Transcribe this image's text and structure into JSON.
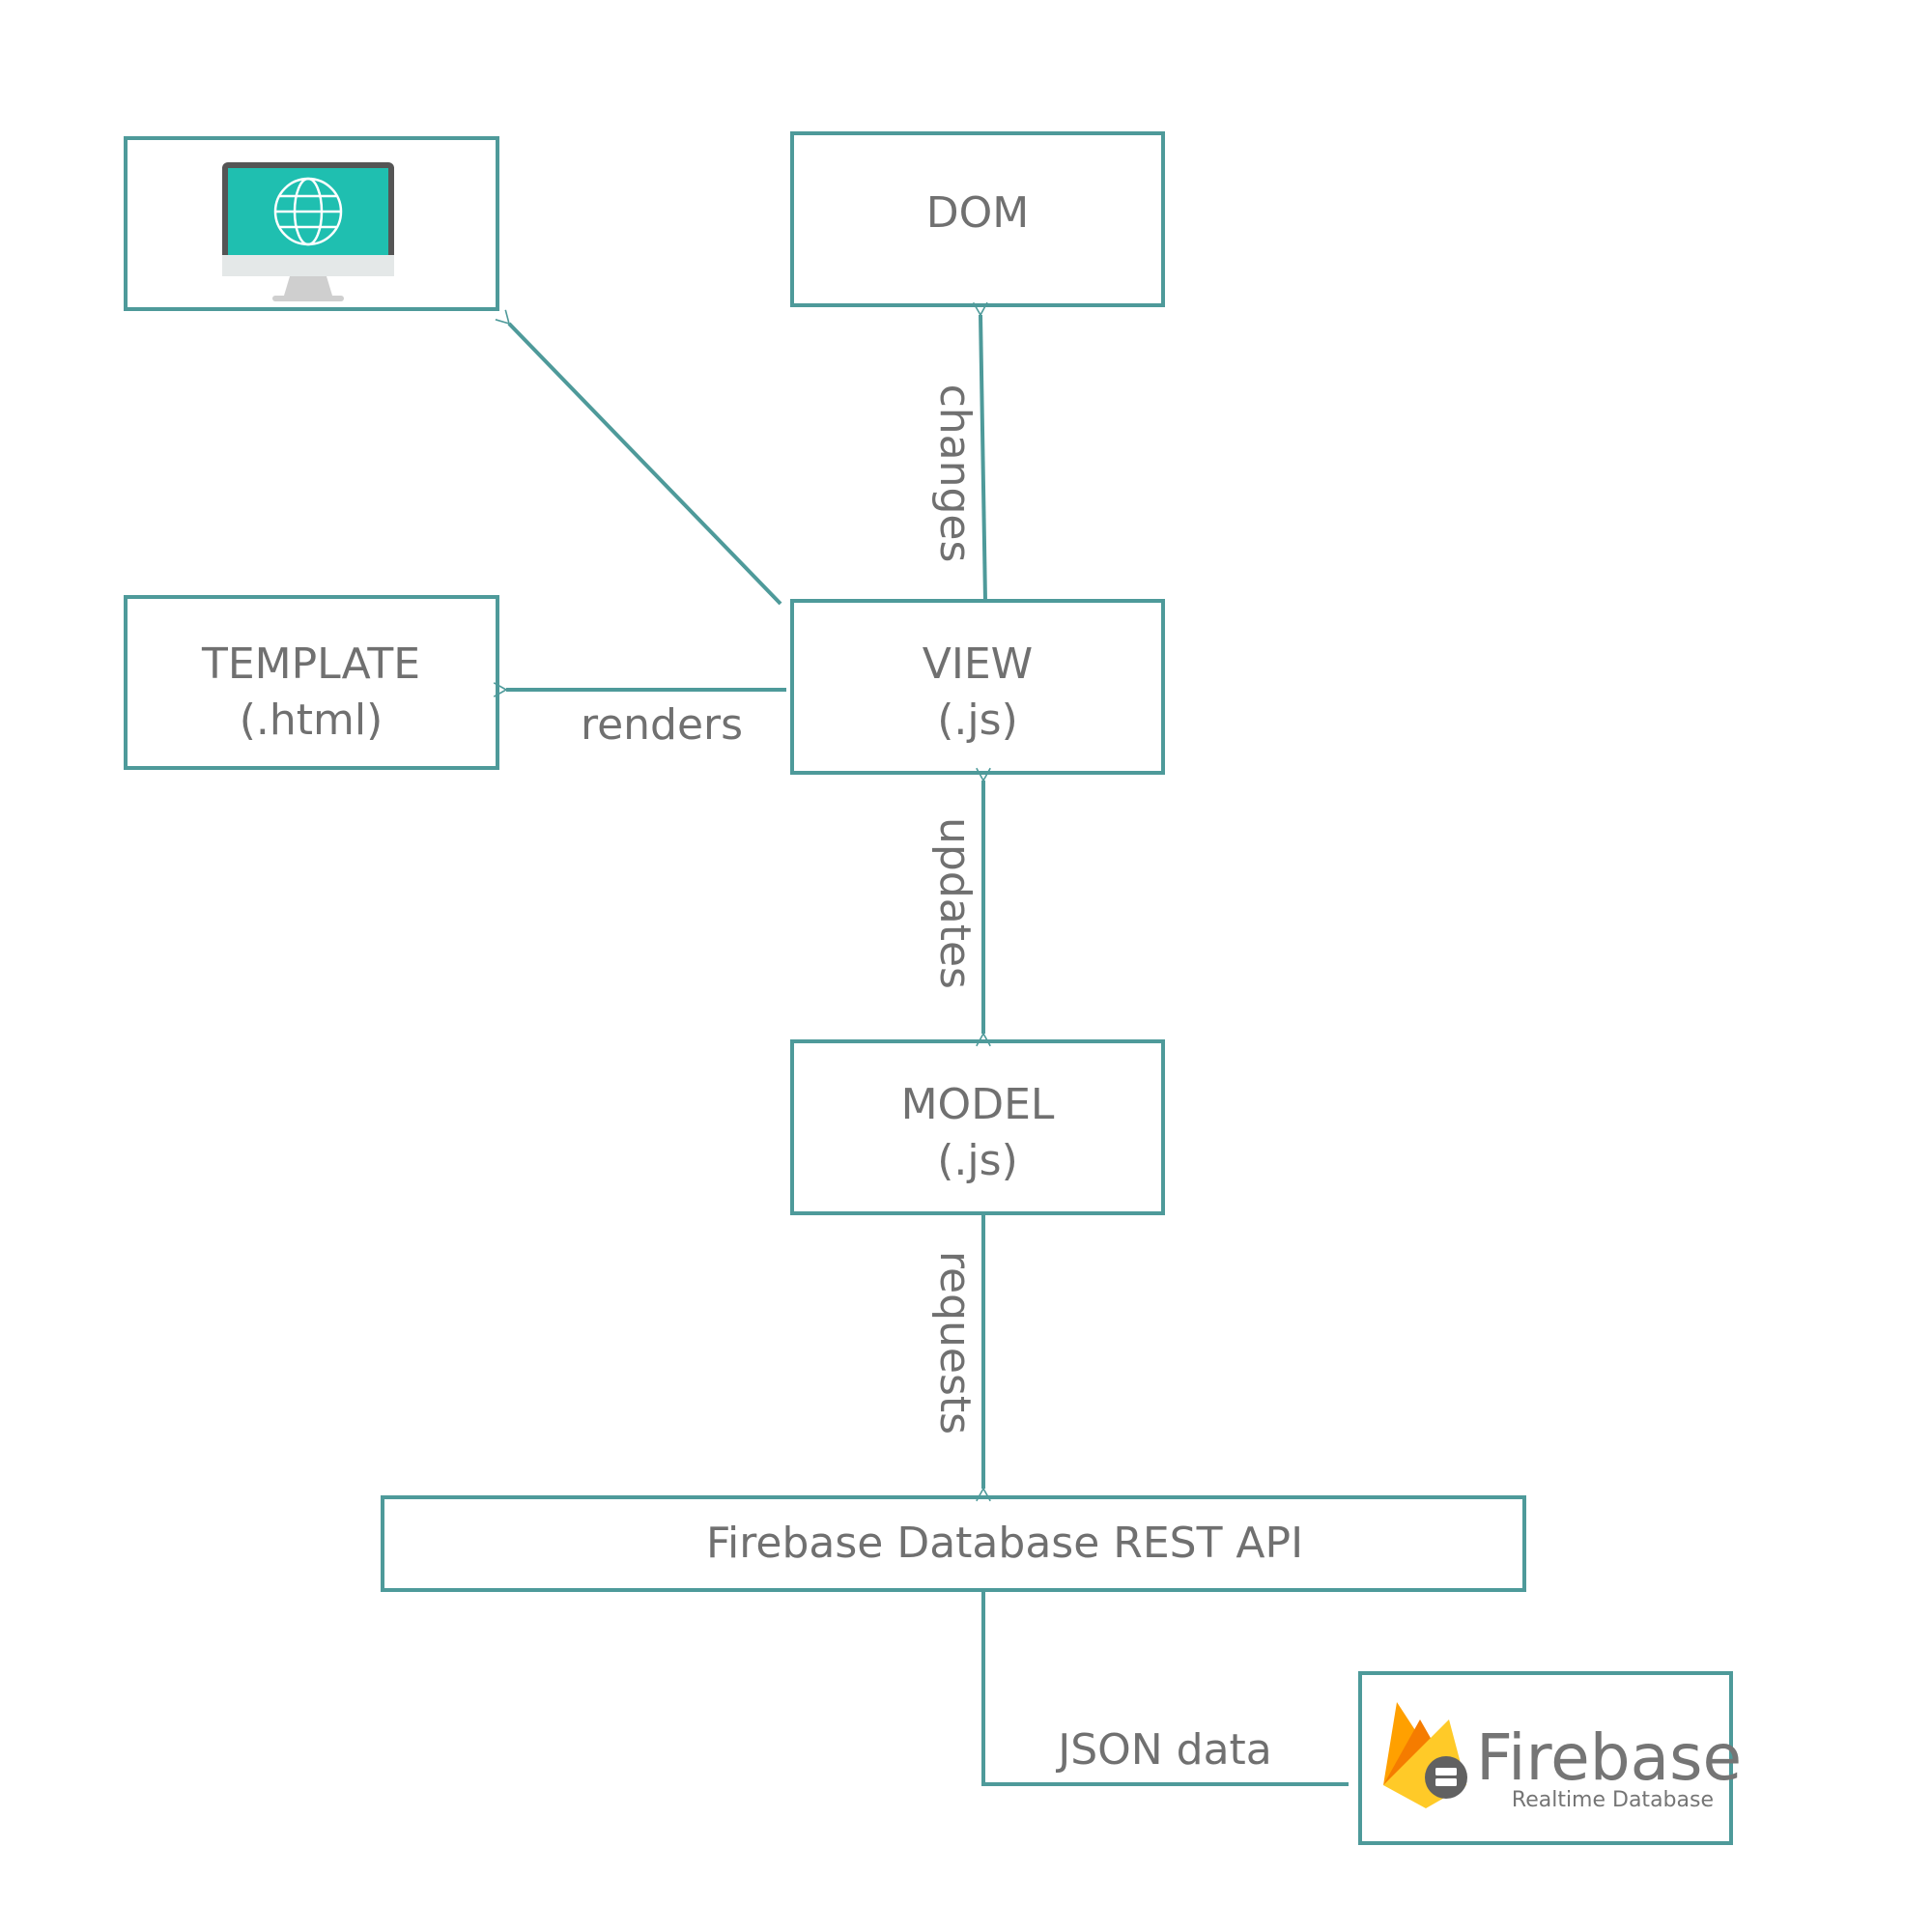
{
  "nodes": {
    "browser": {
      "icon": "desktop-globe-icon"
    },
    "dom": {
      "label": "DOM"
    },
    "template": {
      "label": "TEMPLATE",
      "sublabel": "(.html)"
    },
    "view": {
      "label": "VIEW",
      "sublabel": "(.js)"
    },
    "model": {
      "label": "MODEL",
      "sublabel": "(.js)"
    },
    "rest_api": {
      "label": "Firebase Database REST API"
    },
    "firebase": {
      "logo_text": "Firebase",
      "logo_subtext": "Realtime Database",
      "icon": "firebase-flame-icon"
    }
  },
  "edges": {
    "view_to_browser": {
      "label": ""
    },
    "view_to_dom": {
      "label": "changes"
    },
    "view_to_template": {
      "label": "renders"
    },
    "view_model": {
      "label": "updates"
    },
    "model_to_api": {
      "label": "requests"
    },
    "api_to_firebase": {
      "label": "JSON data"
    }
  },
  "colors": {
    "stroke": "#4e9a9a",
    "text": "#707070",
    "screen": "#1fbfb0",
    "firebase_yellow": "#ffca28",
    "firebase_orange": "#ffa000",
    "firebase_dark_orange": "#f57c00"
  }
}
